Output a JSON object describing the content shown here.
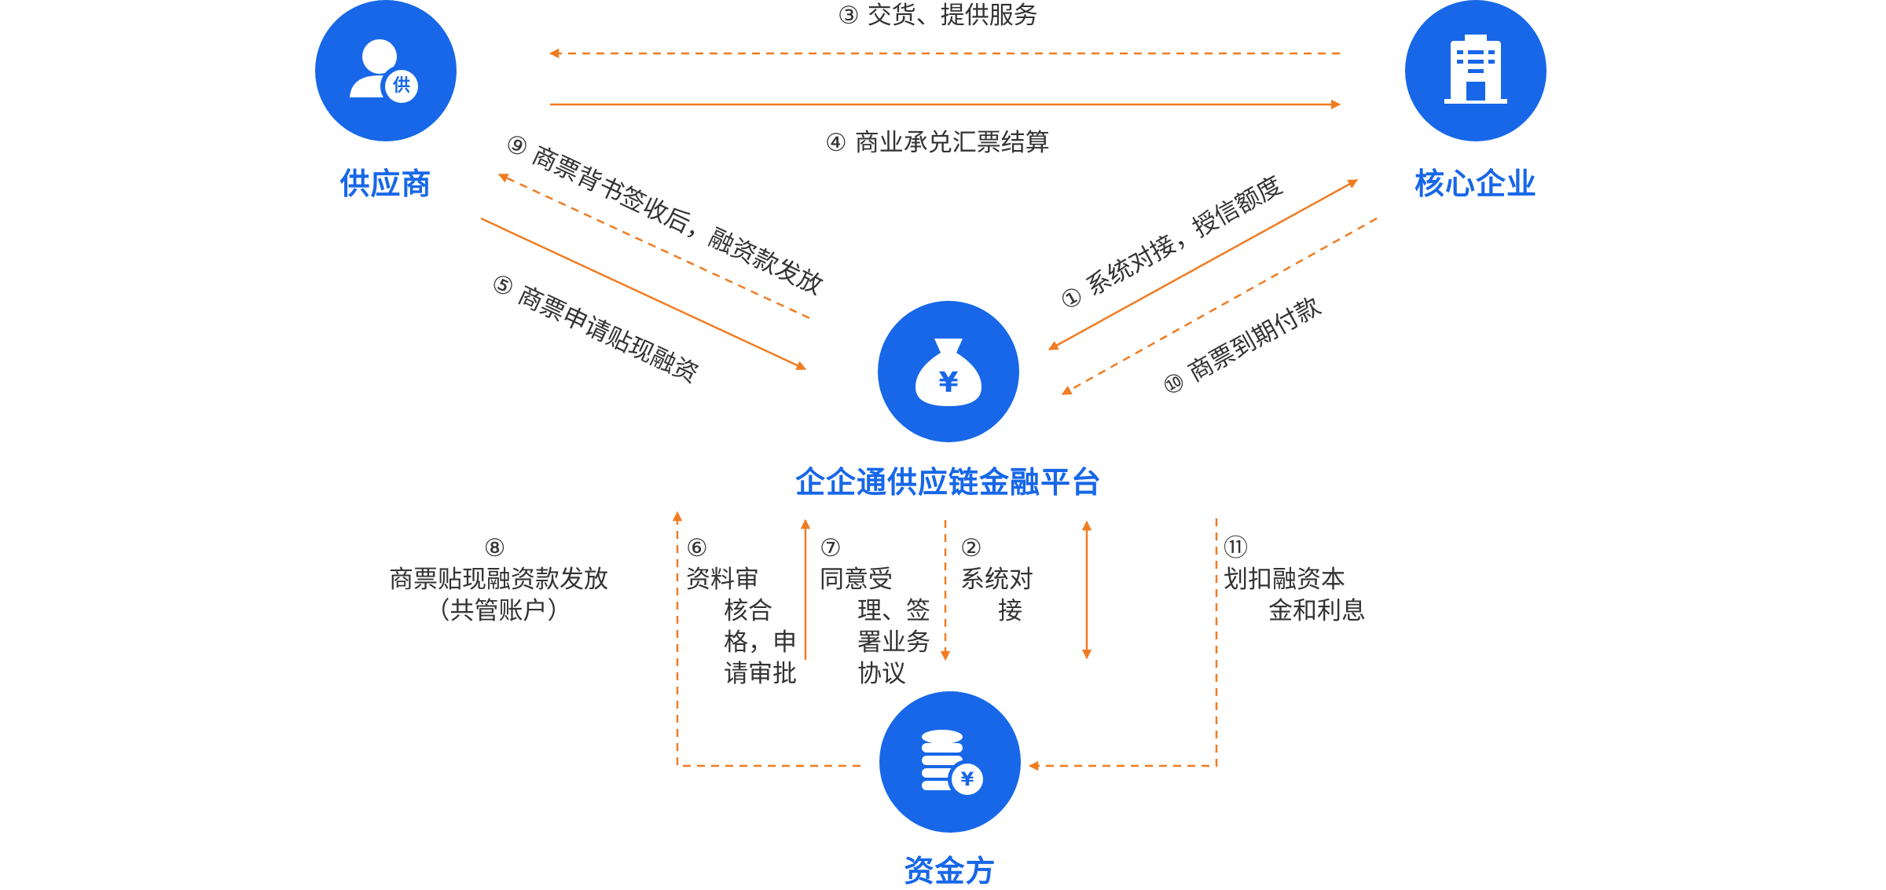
{
  "nodes": {
    "supplier": {
      "label": "供应商",
      "badge": "供"
    },
    "core": {
      "label": "核心企业"
    },
    "platform": {
      "label": "企企通供应链金融平台",
      "symbol": "¥"
    },
    "funder": {
      "label": "资金方",
      "symbol": "¥"
    }
  },
  "steps": {
    "s1": {
      "num": "①",
      "text": "系统对接，授信额度"
    },
    "s2": {
      "num": "②",
      "lines": [
        "系统对",
        "接"
      ]
    },
    "s3": {
      "num": "③",
      "text": "交货、提供服务"
    },
    "s4": {
      "num": "④",
      "text": "商业承兑汇票结算"
    },
    "s5": {
      "num": "⑤",
      "text": "商票申请贴现融资"
    },
    "s6": {
      "num": "⑥",
      "lines": [
        "资料审",
        "核合",
        "格，申",
        "请审批"
      ]
    },
    "s7": {
      "num": "⑦",
      "lines": [
        "同意受",
        "理、签",
        "署业务",
        "协议"
      ]
    },
    "s8": {
      "num": "⑧",
      "lines": [
        "商票贴现融资款发放",
        "（共管账户）"
      ]
    },
    "s9": {
      "num": "⑨",
      "text": "商票背书签收后，融资款发放"
    },
    "s10": {
      "num": "⑩",
      "text": "商票到期付款"
    },
    "s11": {
      "num": "⑪",
      "lines": [
        "划扣融资本",
        "金和利息"
      ]
    }
  },
  "colors": {
    "accent": "#1767e8",
    "arrow": "#f07c22",
    "text": "#333333"
  },
  "icons": [
    "supplier-person-icon",
    "building-icon",
    "money-bag-icon",
    "coin-stack-icon"
  ]
}
